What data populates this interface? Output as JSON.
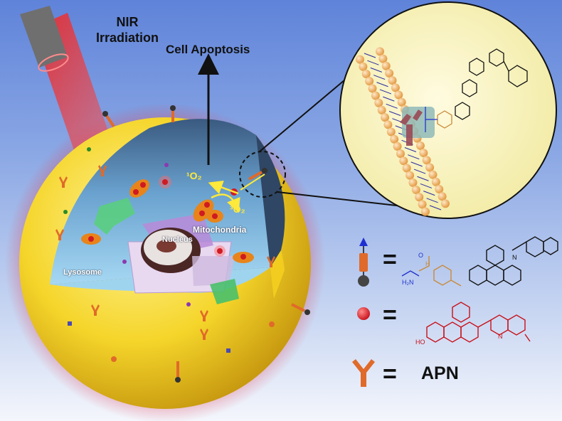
{
  "labels": {
    "nir_line1": "NIR",
    "nir_line2": "Irradiation",
    "cell_apoptosis": "Cell Apoptosis",
    "singlet_oxygen": "¹O₂",
    "triplet_oxygen": "³O₂",
    "mitochondria": "Mitochondria",
    "nucleus": "Nucleus",
    "lysosome": "Lysosome"
  },
  "legend": {
    "probe_equals": "=",
    "dye_equals": "=",
    "apn_equals": "=",
    "apn_label": "APN",
    "probe_atoms": {
      "nh2": "H₂N",
      "o": "O",
      "n_plus": "N",
      "hn": "H"
    },
    "dye_atoms": {
      "ho": "HO",
      "n_plus": "N"
    }
  },
  "colors": {
    "cell_yellow": "#f3d52a",
    "cytoplasm": "#86c3ea",
    "dye_red": "#d8202a",
    "apn_orange": "#e06a2a",
    "probe_blue": "#2233cc",
    "linker_orange": "#c88a3a"
  }
}
